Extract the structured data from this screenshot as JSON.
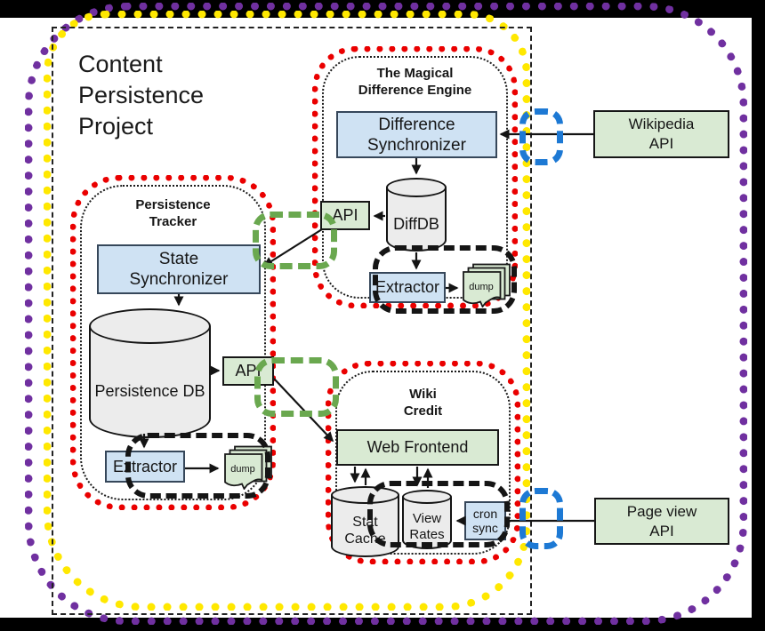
{
  "project": {
    "title": "Content\nPersistence\nProject"
  },
  "magical": {
    "title": "The Magical\nDifference Engine",
    "diff_sync": "Difference\nSynchronizer",
    "diffdb": "DiffDB",
    "api": "API",
    "extractor": "Extractor",
    "dump": "dump"
  },
  "tracker": {
    "title": "Persistence\nTracker",
    "state_sync": "State\nSynchronizer",
    "db": "Persistence\nDB",
    "api": "API",
    "extractor": "Extractor",
    "dump": "dump"
  },
  "wiki": {
    "title": "Wiki\nCredit",
    "web_frontend": "Web Frontend",
    "stat_cache": "Stat\nCache",
    "view_rates": "View\nRates",
    "cron_sync": "cron\nsync"
  },
  "external": {
    "wikipedia": "Wikipedia\nAPI",
    "pageview": "Page view\nAPI"
  },
  "colors": {
    "red": "#ea0000",
    "yellow": "#ffe800",
    "purple": "#7030a0",
    "green_dash": "#6aa84f",
    "blue_dash": "#1d79d4",
    "box_blue": "#cfe2f3",
    "box_green": "#d9ead3",
    "cylinder": "#ececec"
  }
}
